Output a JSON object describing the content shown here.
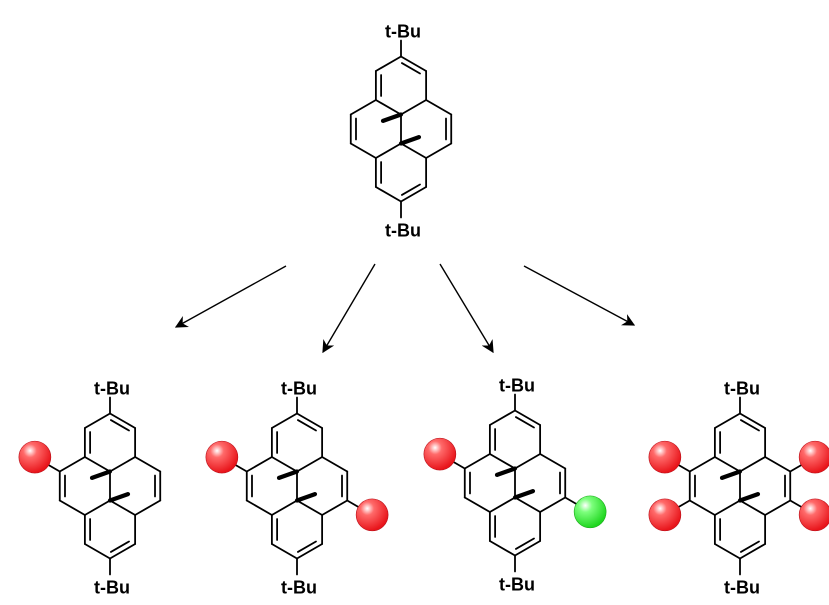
{
  "substituent_label": "t-Bu",
  "colors": {
    "red_ball": "#e8141a",
    "green_ball": "#1fd61f",
    "bond": "#000000"
  },
  "molecules": [
    {
      "id": "parent",
      "top_label": "t-Bu",
      "bottom_label": "t-Bu",
      "substituents": []
    },
    {
      "id": "mono-red",
      "top_label": "t-Bu",
      "bottom_label": "t-Bu",
      "substituents": [
        "red"
      ]
    },
    {
      "id": "di-red",
      "top_label": "t-Bu",
      "bottom_label": "t-Bu",
      "substituents": [
        "red",
        "red"
      ]
    },
    {
      "id": "red-green",
      "top_label": "t-Bu",
      "bottom_label": "t-Bu",
      "substituents": [
        "red",
        "green"
      ]
    },
    {
      "id": "tetra-red",
      "top_label": "t-Bu",
      "bottom_label": "t-Bu",
      "substituents": [
        "red",
        "red",
        "red",
        "red"
      ]
    }
  ]
}
